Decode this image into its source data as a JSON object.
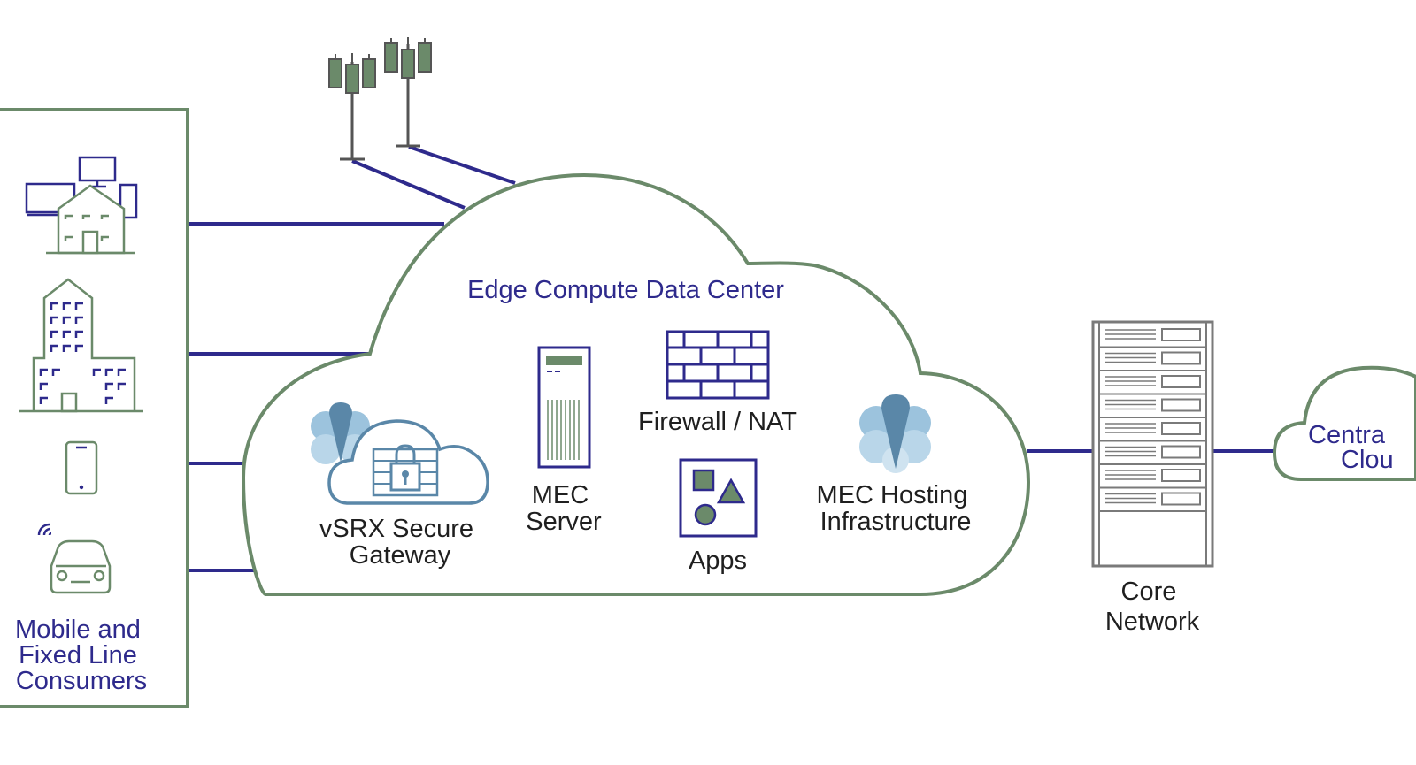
{
  "colors": {
    "cloud_outline": "#6b8a6a",
    "link_line": "#2e2a8c",
    "icon_green": "#6b8a6a",
    "icon_purple": "#2e2a8c",
    "label_dark": "#1f1f1f",
    "label_purple": "#2e2a8c",
    "steel_blue": "#5a87a8",
    "light_blue": "#9cc3dd",
    "grey": "#7a7a7a"
  },
  "edge_cloud": {
    "title": "Edge Compute Data Center"
  },
  "consumers": {
    "label_lines": [
      "Mobile and",
      "Fixed Line",
      "Consumers"
    ]
  },
  "components": {
    "vsrx": {
      "lines": [
        "vSRX Secure",
        "Gateway"
      ],
      "icon": "cloud-lock-icon"
    },
    "mec_server": {
      "lines": [
        "MEC",
        "Server"
      ],
      "icon": "server-tower-icon"
    },
    "firewall": {
      "lines": [
        "Firewall / NAT"
      ],
      "icon": "brick-wall-icon"
    },
    "apps": {
      "lines": [
        "Apps"
      ],
      "icon": "shapes-icon"
    },
    "mec_hosting": {
      "lines": [
        "MEC Hosting",
        "Infrastructure"
      ],
      "icon": "flower-logo-icon"
    }
  },
  "core_network": {
    "lines": [
      "Core",
      "Network"
    ],
    "icon": "server-rack-icon"
  },
  "central_cloud": {
    "lines": [
      "Centra",
      "Clou"
    ]
  },
  "consumer_icons": [
    "home-devices-icon",
    "office-building-icon",
    "smartphone-icon",
    "connected-car-icon"
  ],
  "tower_icons": [
    "cell-tower-icon",
    "cell-tower-icon"
  ]
}
